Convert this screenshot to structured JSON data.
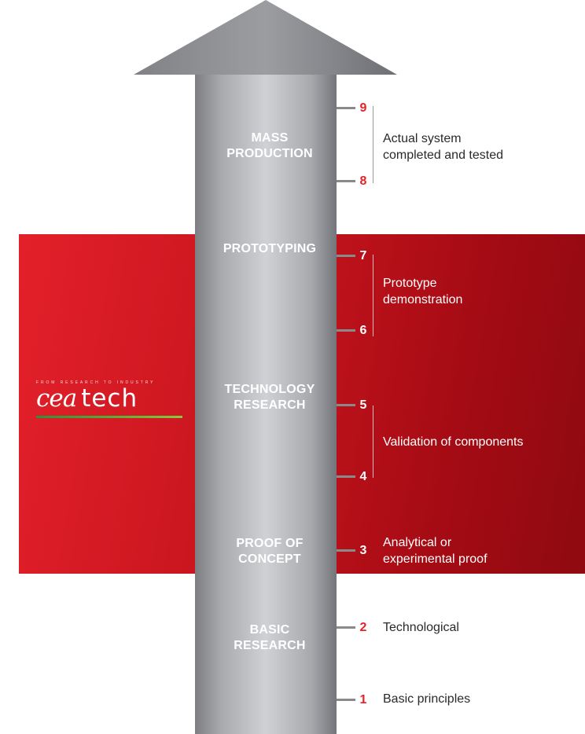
{
  "logo": {
    "tagline": "FROM RESEARCH TO INDUSTRY",
    "brand": "cea tech",
    "brand_part1": "cea",
    "brand_part2": "tech"
  },
  "stages": [
    {
      "lines": [
        "MASS",
        "PRODUCTION"
      ]
    },
    {
      "lines": [
        "PROTOTYPING"
      ]
    },
    {
      "lines": [
        "TECHNOLOGY",
        "RESEARCH"
      ]
    },
    {
      "lines": [
        "PROOF OF",
        "CONCEPT"
      ]
    },
    {
      "lines": [
        "BASIC",
        "RESEARCH"
      ]
    }
  ],
  "levels": [
    "1",
    "2",
    "3",
    "4",
    "5",
    "6",
    "7",
    "8",
    "9"
  ],
  "descriptions": [
    {
      "lines": [
        "Actual system",
        "completed and tested"
      ]
    },
    {
      "lines": [
        "Prototype",
        "demonstration"
      ]
    },
    {
      "lines": [
        "Validation of components"
      ]
    },
    {
      "lines": [
        "Analytical or",
        "experimental proof"
      ]
    },
    {
      "lines": [
        "Technological"
      ]
    },
    {
      "lines": [
        "Basic principles"
      ]
    }
  ],
  "colors": {
    "band_red": "#c5141d",
    "level_red": "#e32229",
    "arrow_grey": "#a9aaad",
    "logo_green": "#5fb236"
  }
}
